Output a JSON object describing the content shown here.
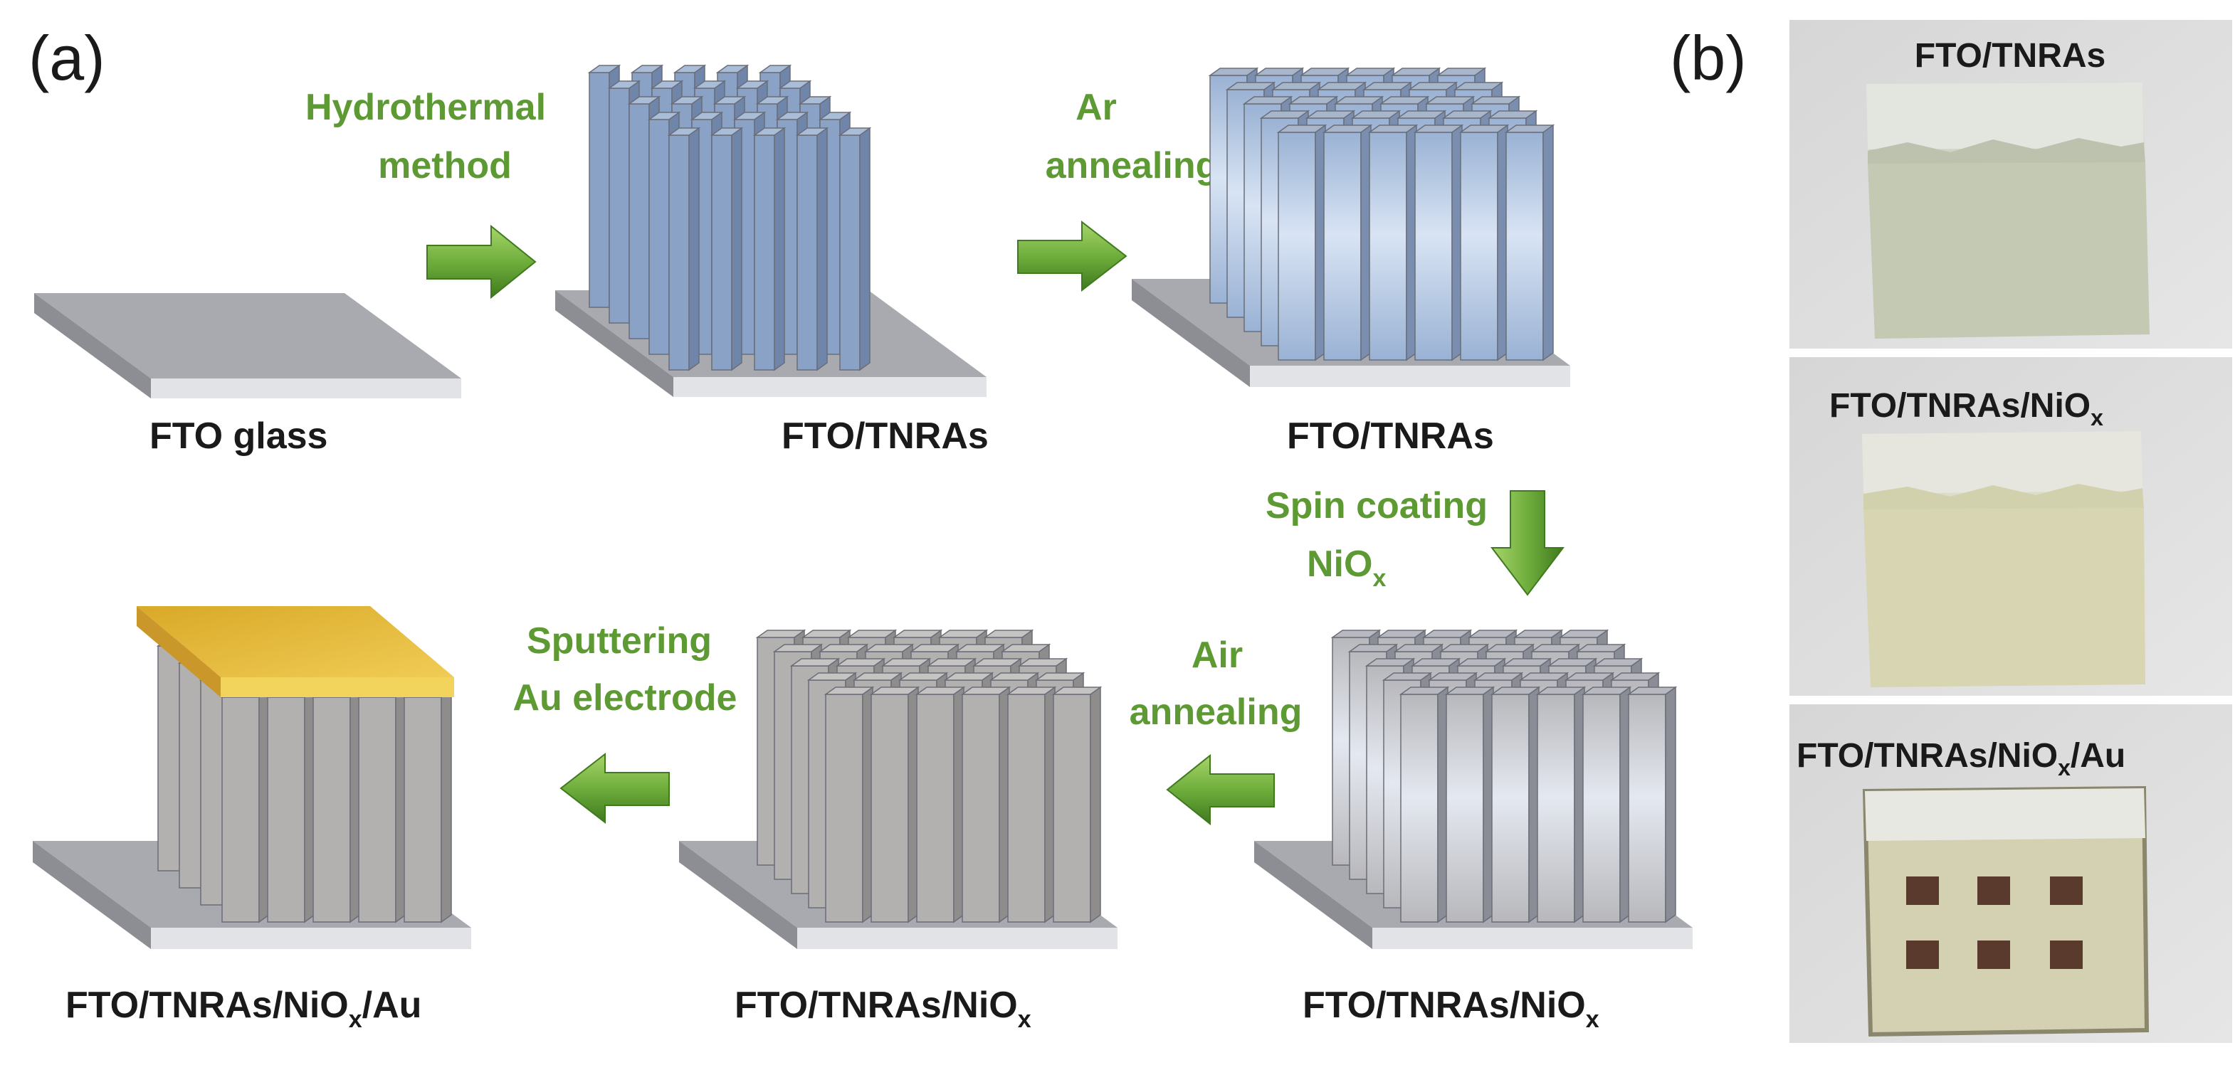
{
  "panel_a": {
    "letter": "(a)",
    "steps": [
      {
        "line1": "Hydrothermal",
        "line2": "method"
      },
      {
        "line1": "Ar",
        "line2": "annealing"
      },
      {
        "line1": "Spin coating",
        "line2_main": "NiO",
        "line2_sub": "x"
      },
      {
        "line1": "Air",
        "line2": "annealing"
      },
      {
        "line1": "Sputtering",
        "line2": "Au electrode"
      }
    ],
    "labels": {
      "fto_glass": "FTO glass",
      "tnras_1": "FTO/TNRAs",
      "tnras_2": "FTO/TNRAs",
      "niox_right": {
        "main": "FTO/TNRAs/NiO",
        "sub": "x"
      },
      "niox_mid": {
        "main": "FTO/TNRAs/NiO",
        "sub": "x"
      },
      "niox_au": {
        "main": "FTO/TNRAs/NiO",
        "sub": "x",
        "tail": "/Au"
      }
    }
  },
  "panel_b": {
    "letter": "(b)",
    "photos": [
      {
        "main": "FTO/TNRAs",
        "sub": "",
        "tail": ""
      },
      {
        "main": "FTO/TNRAs/NiO",
        "sub": "x",
        "tail": ""
      },
      {
        "main": "FTO/TNRAs/NiO",
        "sub": "x",
        "tail": "/Au"
      }
    ]
  },
  "colors": {
    "arrow_green": "#5e9a34",
    "label_green": "#5e9a34",
    "rod_blue": "#8fa8c8",
    "rod_gray": "#b3b0b0",
    "gold": "#e8c04a",
    "substrate": "#a8aab0"
  }
}
